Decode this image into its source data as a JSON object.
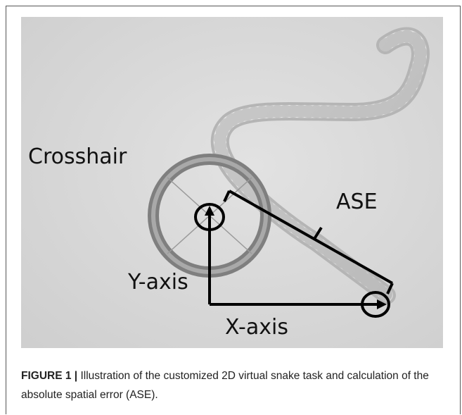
{
  "figure": {
    "labels": {
      "crosshair": "Crosshair",
      "ase": "ASE",
      "y_axis": "Y-axis",
      "x_axis": "X-axis"
    },
    "colors": {
      "background": "#d9d9d9",
      "snake": "#e6e6e6",
      "ring": "#8a8a8a",
      "annotation": "#000000"
    }
  },
  "caption": {
    "label": "FIGURE 1 |",
    "text": " Illustration of the customized 2D virtual snake task and calculation of the absolute spatial error (ASE)."
  }
}
